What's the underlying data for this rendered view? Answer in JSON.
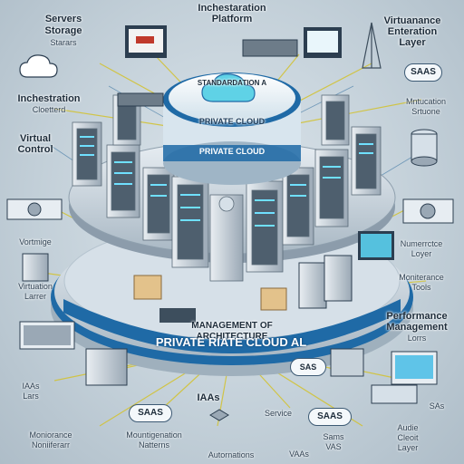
{
  "center": {
    "title_top": "STANDARDATION A",
    "title_bottom": "PRIVATE CLOUD",
    "band_label": "PRIVATE CLOUD",
    "management_line1": "MANAGEMENT OF",
    "management_line2": "ARCHITECTURE",
    "ring_text": "PRIVATE RIATE CLOUD AL"
  },
  "labels": {
    "servers": "Servers",
    "storage": "Storage",
    "storage_sub": "Starars",
    "infra_platform_1": "Inchestaration",
    "infra_platform_2": "Platform",
    "virt_orch_1": "Virtuanance",
    "virt_orch_2": "Enteration",
    "virt_orch_3": "Layer",
    "infra_left_1": "Inchestration",
    "infra_left_2": "Cloetterd",
    "virtual_control_1": "Virtual",
    "virtual_control_2": "Control",
    "saas_top_right": "SAAS",
    "mntuc_1": "Mntucation",
    "mntuc_2": "Srtuone",
    "vortmige": "Vortmige",
    "virt_layer_1": "Virtuation",
    "virt_layer_2": "Larrer",
    "numerics_1": "Numerrctce",
    "numerics_2": "Loyer",
    "maint_1": "Moniterance",
    "maint_2": "Tools",
    "perf_1": "Performance",
    "perf_2": "Management",
    "perf_3": "Lorrs",
    "iaas_left_1": "IAAs",
    "iaas_left_2": "Lars",
    "saas_pill_left": "SAAS",
    "iaas_bottom": "IAAs",
    "service": "Service",
    "saas_pill_right": "SAAS",
    "sas_right": "SAs",
    "monitor_1": "Moniorance",
    "monitor_2": "Noniiferarr",
    "mount_1": "Mountigenation",
    "mount_2": "Natterns",
    "sams_1": "Sams",
    "sams_2": "VAS",
    "audie_1": "Audie",
    "audie_2": "Cleoit",
    "audie_3": "Layer",
    "automations": "Autornations",
    "vaas": "VAAs",
    "saas_box_top": "SAS"
  },
  "colors": {
    "accent": "#1aa6c2",
    "ring_blue": "#1f6aa6",
    "line_yellow": "#d2c338",
    "dark": "#2c3e50"
  },
  "icons": [
    "cloud-icon",
    "server-rack-icon",
    "monitor-icon",
    "database-icon",
    "laptop-icon",
    "keyboard-icon",
    "antenna-tower-icon",
    "box-icon",
    "cube-icon"
  ]
}
